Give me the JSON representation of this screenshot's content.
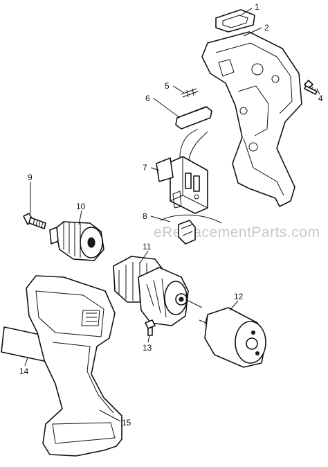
{
  "watermark": "eReplacementParts.com",
  "callouts": [
    {
      "id": "1",
      "label": "1"
    },
    {
      "id": "2",
      "label": "2"
    },
    {
      "id": "3",
      "label": "4"
    },
    {
      "id": "4",
      "label": "5"
    },
    {
      "id": "5",
      "label": "6"
    },
    {
      "id": "6",
      "label": "7"
    },
    {
      "id": "7",
      "label": "8"
    },
    {
      "id": "8",
      "label": "9"
    },
    {
      "id": "9",
      "label": "10"
    },
    {
      "id": "10",
      "label": "11"
    },
    {
      "id": "11",
      "label": "12"
    },
    {
      "id": "12",
      "label": "13"
    },
    {
      "id": "13",
      "label": "14"
    },
    {
      "id": "14",
      "label": "15"
    }
  ]
}
